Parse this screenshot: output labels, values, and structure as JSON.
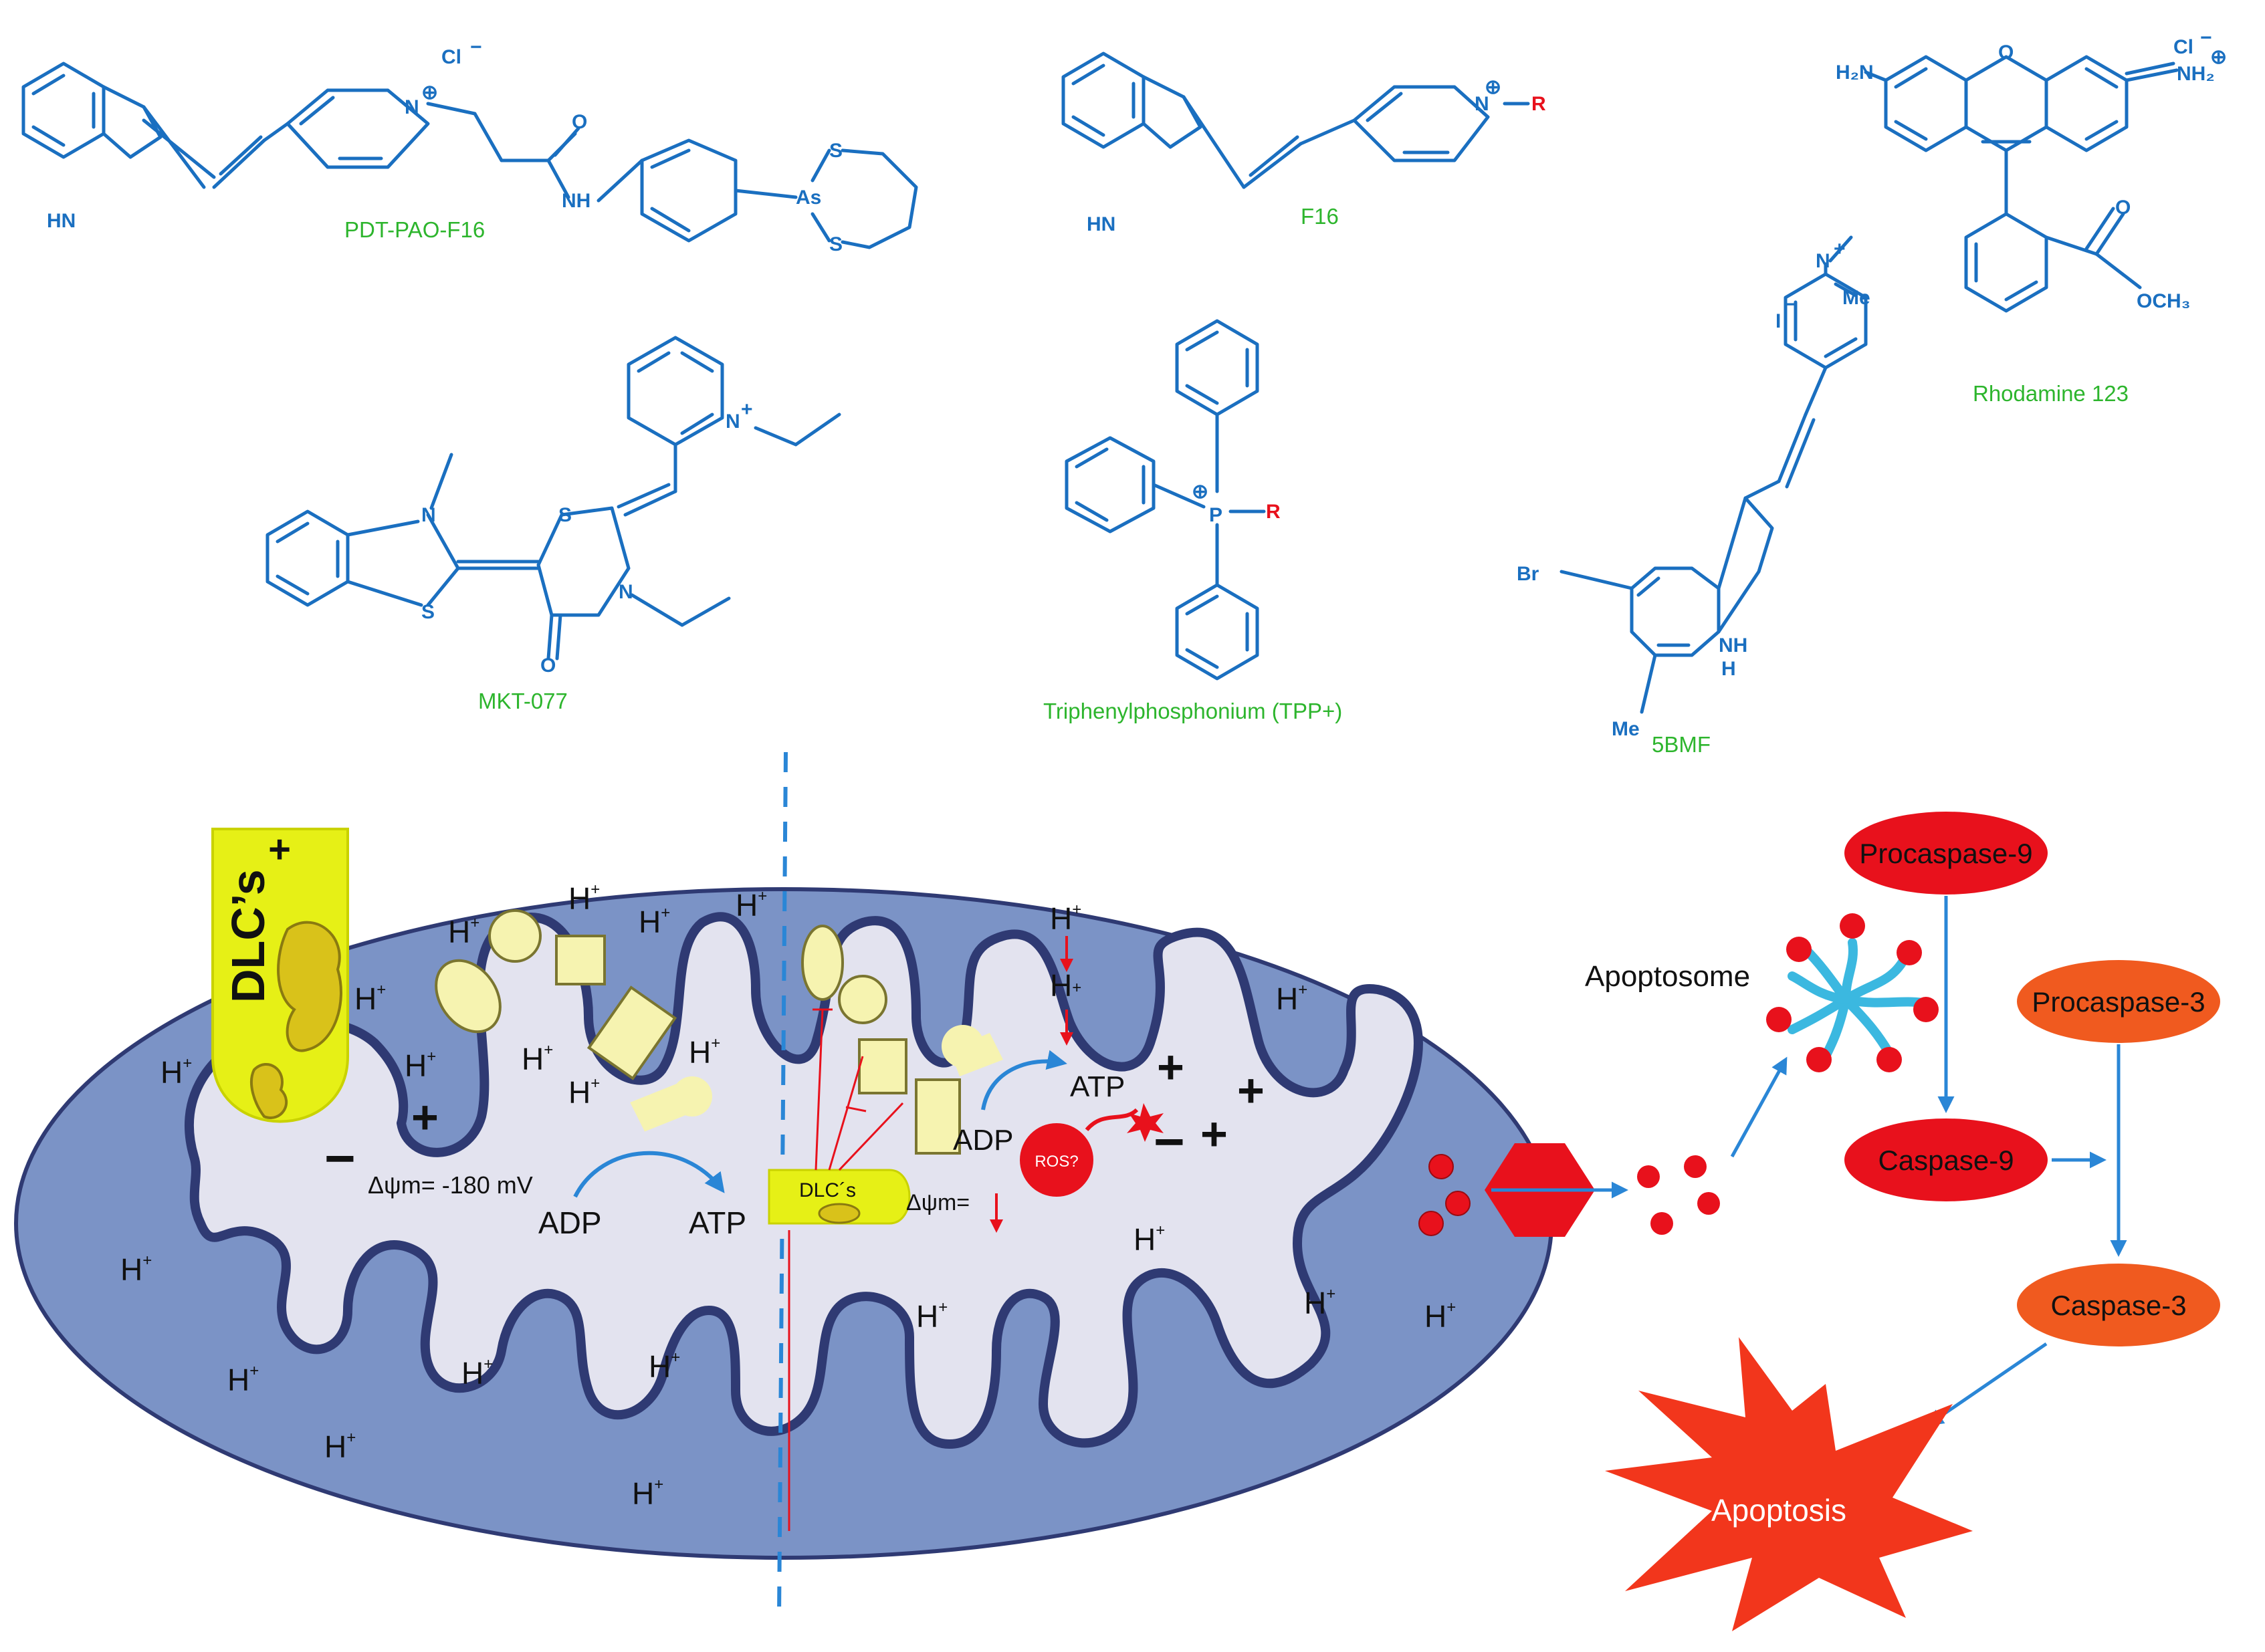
{
  "compounds": {
    "pdt_pao_f16": {
      "name": "PDT-PAO-F16",
      "counterion": "Cl",
      "counterion_charge": "−",
      "atoms": {
        "nh_indole": "HN",
        "n_plus": "N",
        "plus": "⊕",
        "o": "O",
        "nh_amide": "NH",
        "as": "As",
        "s1": "S",
        "s2": "S"
      }
    },
    "f16": {
      "name": "F16",
      "atoms": {
        "nh": "HN",
        "n_plus": "N",
        "plus": "⊕",
        "r": "R"
      }
    },
    "rhodamine": {
      "name": "Rhodamine 123",
      "counterion": "Cl",
      "counterion_charge": "−",
      "atoms": {
        "h2n": "H₂N",
        "o_ring": "O",
        "nh2": "NH₂",
        "plus": "⊕",
        "o_carbonyl": "O",
        "och3": "OCH₃"
      }
    },
    "mkt077": {
      "name": "MKT-077",
      "atoms": {
        "n1": "N",
        "s1": "S",
        "s2": "S",
        "n2": "N",
        "n_plus": "N",
        "plus": "+",
        "o": "O"
      }
    },
    "tpp": {
      "name": "Triphenylphosphonium  (TPP+)",
      "atoms": {
        "p": "P",
        "plus": "⊕",
        "r": "R"
      }
    },
    "bmf": {
      "name": "5BMF",
      "counterion": "I",
      "counterion_charge": "−",
      "atoms": {
        "me_top": "Me",
        "n_plus": "N",
        "plus": "+",
        "br": "Br",
        "nh": "NH",
        "h": "H",
        "me_bottom": "Me"
      }
    }
  },
  "mitochondrion": {
    "h_symbol": "H",
    "h_sup": "+",
    "dlc_large": {
      "label": "DLC’s",
      "charge": "+"
    },
    "dlc_small": {
      "label": "DLC´s"
    },
    "left": {
      "potential": "Δψm= -180 mV",
      "adp": "ADP",
      "atp": "ATP",
      "plus": "+",
      "minus": "−"
    },
    "right": {
      "potential": "Δψm=",
      "adp": "ADP",
      "atp": "ATP",
      "ros": "ROS?",
      "h_mid": "H",
      "h_mid_sup": "+"
    }
  },
  "pathway": {
    "apoptosome": "Apoptosome",
    "procaspase9": "Procaspase-9",
    "procaspase3": "Procaspase-3",
    "caspase9": "Caspase-9",
    "caspase3": "Caspase-3",
    "apoptosis": "Apoptosis"
  },
  "colors": {
    "chem_blue": "#1a6fc0",
    "chem_name_green": "#2db52d",
    "matrix": "#7b93c6",
    "cristae_fill": "#e3e3ef",
    "membrane": "#2f3a73",
    "dlc_yellow": "#e6f016",
    "particle": "#f6f3b0",
    "casp_red": "#e8111c",
    "casp_orange": "#f05a1f",
    "apoptosis_red": "#f2361c",
    "arrow_blue": "#2a86d6",
    "apoptosome_cyan": "#3bb8e0"
  }
}
